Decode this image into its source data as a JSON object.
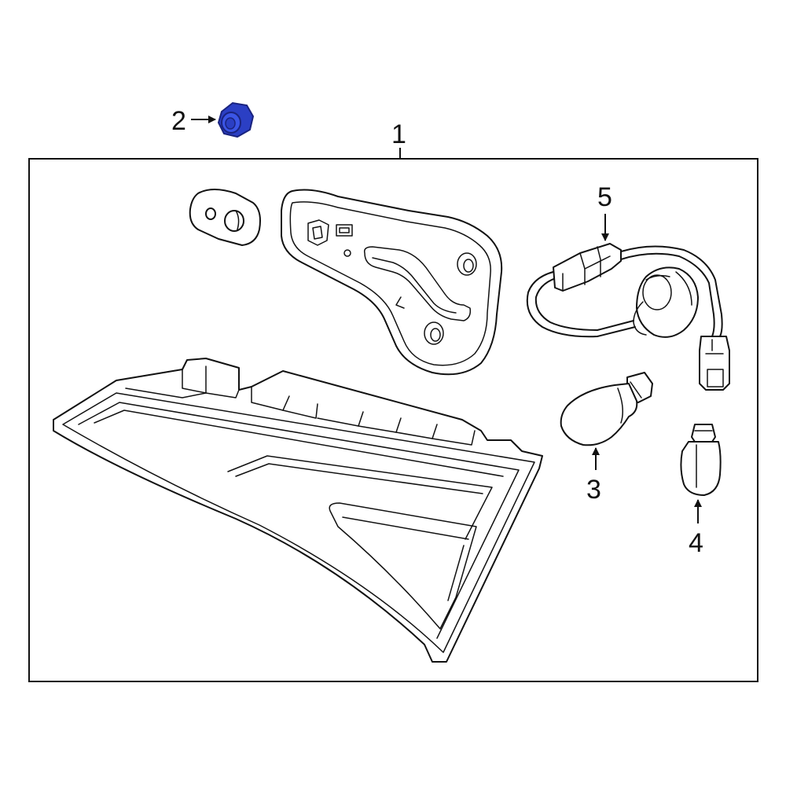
{
  "diagram": {
    "callouts": {
      "assembly": "1",
      "nut": "2",
      "bulb_large": "3",
      "bulb_small": "4",
      "socket": "5"
    },
    "colors": {
      "line": "#111111",
      "background": "#ffffff",
      "highlight_fill": "#2b3fc4",
      "highlight_stroke": "#1a237e"
    },
    "highlighted_part": "nut"
  }
}
